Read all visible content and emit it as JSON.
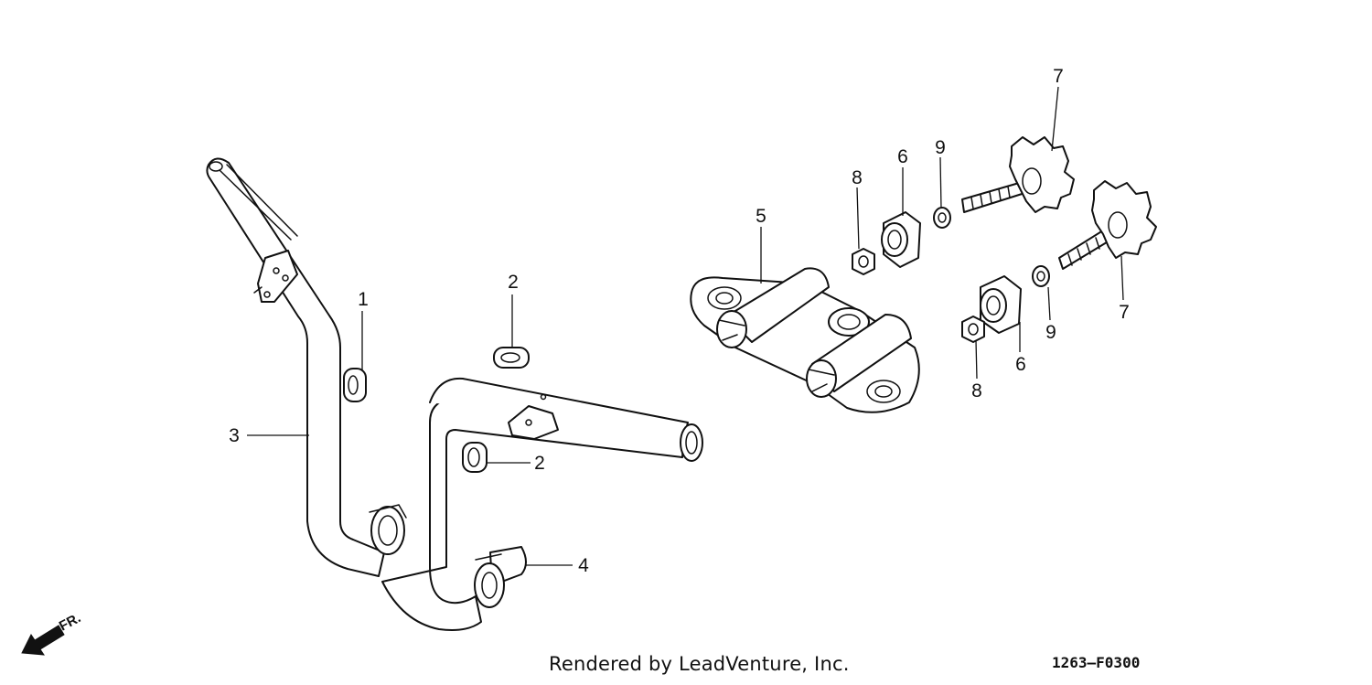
{
  "diagram": {
    "callouts": [
      "1",
      "2",
      "2",
      "3",
      "4",
      "5",
      "6",
      "6",
      "7",
      "7",
      "8",
      "8",
      "9",
      "9"
    ],
    "front_marker": "FR.",
    "credit": "Rendered by LeadVenture, Inc.",
    "diagram_code": "1263–F0300"
  },
  "colors": {
    "line": "#111111",
    "background": "#ffffff"
  }
}
